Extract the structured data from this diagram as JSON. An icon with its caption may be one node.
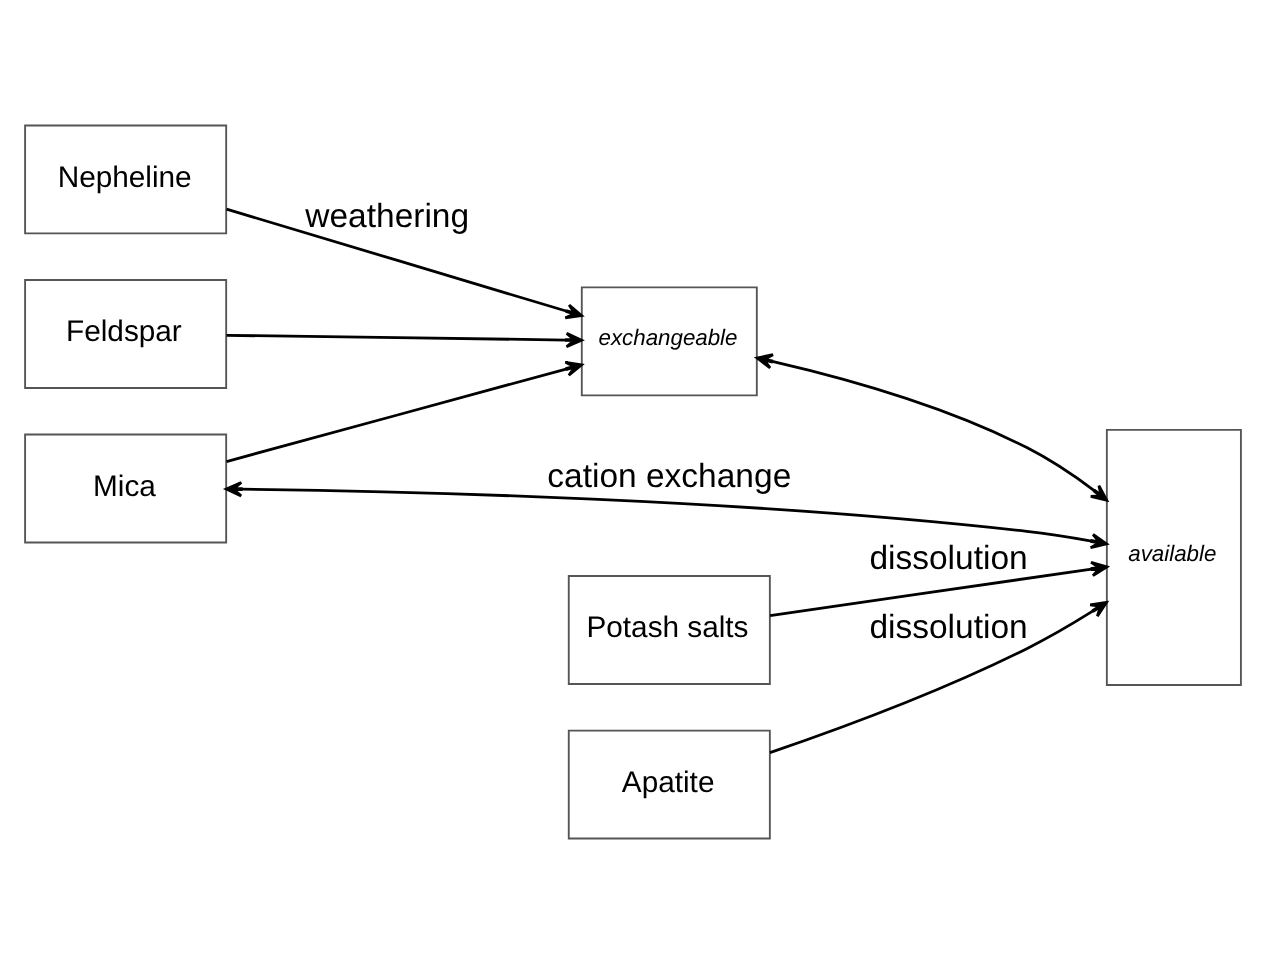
{
  "diagram": {
    "nodes": [
      {
        "text": [
          "Feldspar"
        ]
      },
      {
        "text": [
          "Nepheline"
        ]
      },
      {
        "text": [
          "Mica"
        ]
      },
      {
        "text": [
          "Potash salts"
        ]
      },
      {
        "text": [
          "Apatite"
        ]
      },
      {
        "text": [
          "exchangeable"
        ]
      },
      {
        "text": [
          "available"
        ]
      }
    ],
    "edges": [
      {
        "from": 0,
        "to": 5,
        "arrow": "to"
      },
      {
        "from": 1,
        "to": 5,
        "arrow": "to",
        "label": "weathering"
      },
      {
        "from": 2,
        "to": 5,
        "arrow": "to"
      },
      {
        "from": 5,
        "to": 6,
        "arrow": "both"
      },
      {
        "from": 2,
        "to": 6,
        "arrow": "both",
        "label": "cation exchange"
      },
      {
        "from": 3,
        "to": 6,
        "arrow": "to",
        "label": "dissolution"
      },
      {
        "from": 4,
        "to": 6,
        "arrow": "to",
        "label": "dissolution"
      }
    ]
  }
}
